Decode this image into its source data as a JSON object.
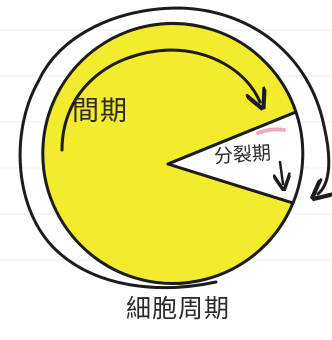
{
  "diagram": {
    "interphase_label": "間期",
    "mitosis_label": "分裂期",
    "cell_cycle_label": "細胞周期"
  },
  "colors": {
    "interphase_fill": "#f3ec2c",
    "interphase_fill_edge": "#e6dc1a",
    "mitosis_fill": "#ffffff",
    "mitosis_accent": "#f3a6c8",
    "outline": "#1c1c1c",
    "paper_line": "#d9d9d9"
  },
  "icons": {
    "inner_arrow": "clockwise-arrow-icon",
    "outer_arrow": "clockwise-arrow-icon"
  }
}
